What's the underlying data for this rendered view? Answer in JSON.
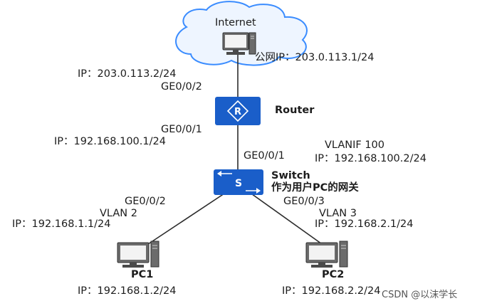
{
  "cloud": {
    "label": "Internet"
  },
  "internet_ip": "公网IP：203.0.113.1/24",
  "router": {
    "name": "Router",
    "icon_letter": "R",
    "upper_ip": "IP：203.0.113.2/24",
    "upper_if": "GE0/0/2",
    "lower_if": "GE0/0/1",
    "lower_ip": "IP：192.168.100.1/24"
  },
  "switch": {
    "name": "Switch",
    "role": "作为用户PC的网关",
    "icon_letter": "S",
    "uplink_if": "GE0/0/1",
    "vlanif": "VLANIF 100",
    "vlanif_ip": "IP：192.168.100.2/24"
  },
  "left_link": {
    "port": "GE0/0/2",
    "vlan": "VLAN 2",
    "ip": "IP：192.168.1.1/24"
  },
  "right_link": {
    "port": "GE0/0/3",
    "vlan": "VLAN 3",
    "ip": "IP：192.168.2.1/24"
  },
  "pc1": {
    "name": "PC1",
    "ip": "IP：192.168.1.2/24"
  },
  "pc2": {
    "name": "PC2",
    "ip": "IP：192.168.2.2/24"
  },
  "watermark": "CSDN @以沫学长",
  "colors": {
    "device_blue": "#1a5ec9",
    "link": "#2c2c2c",
    "cloud_stroke": "#3a8cff"
  }
}
